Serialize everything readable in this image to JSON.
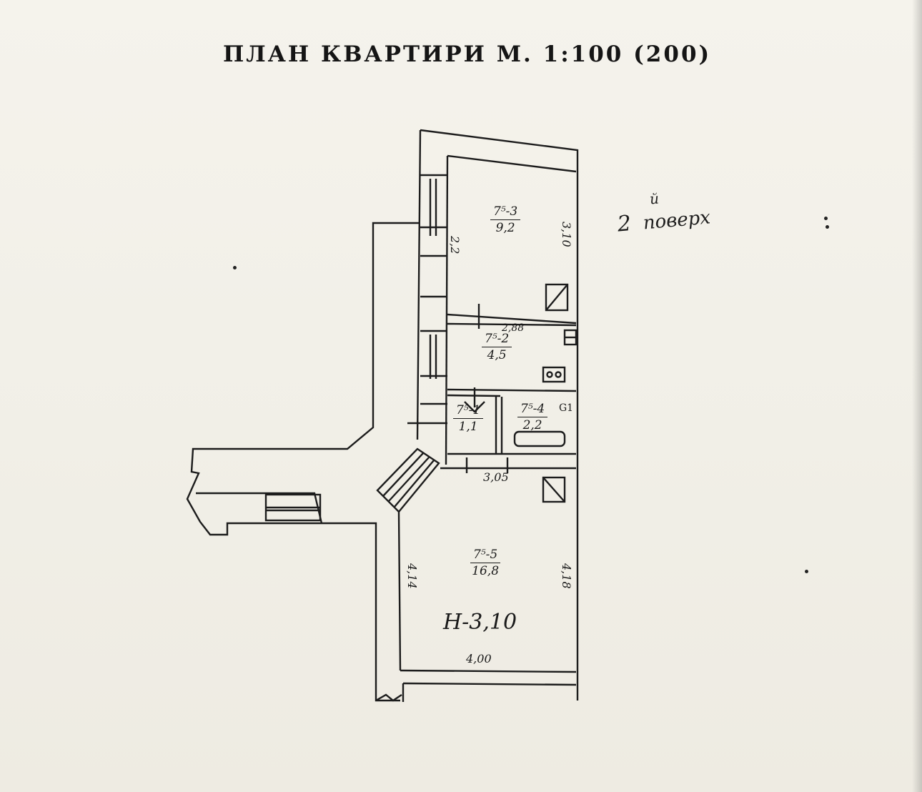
{
  "document": {
    "title": "ПЛАН КВАРТИРИ М. 1:100 (200)",
    "floor_note": {
      "number": "2",
      "superscript": "й",
      "word": "поверх"
    }
  },
  "rooms": [
    {
      "number": "3",
      "prefix": "7⁵",
      "area": "9,2"
    },
    {
      "number": "2",
      "prefix": "7⁵",
      "area": "4,5"
    },
    {
      "number": "1",
      "prefix": "7⁵",
      "area": "1,1"
    },
    {
      "number": "4",
      "prefix": "7⁵",
      "area": "2,2"
    },
    {
      "number": "5",
      "prefix": "7⁵",
      "area": "16,8"
    }
  ],
  "dimensions": {
    "room3_width": "2,2",
    "room3_length": "3,10",
    "hall_width": "2,88",
    "corridor_width": "3,05",
    "room5_left": "4,14",
    "room5_right": "4,18",
    "room5_bottom": "4,00"
  },
  "ceiling_height": "Н-3,10",
  "bath_tag": "G1"
}
